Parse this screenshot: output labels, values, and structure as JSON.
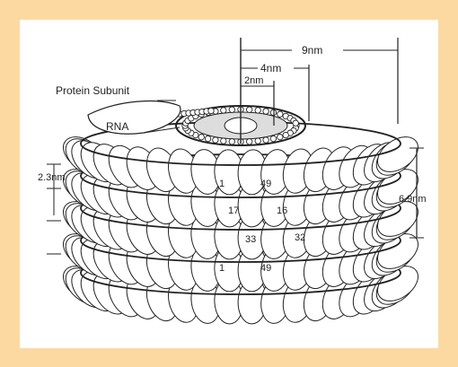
{
  "colors": {
    "background": "#fdd9a2",
    "panel": "#ffffff",
    "ink": "#222222"
  },
  "labels": {
    "protein_subunit": "Protein Subunit",
    "rna": "RNA",
    "dim_9nm": "9nm",
    "dim_4nm": "4nm",
    "dim_2nm": "2nm",
    "dim_2_3nm": "2.3nm",
    "dim_6_9nm": "6.9nm"
  },
  "subunit_numbers": {
    "top_left": "1",
    "top_right": "49",
    "second_left": "17",
    "second_right": "16",
    "third_left": "33",
    "third_right": "32",
    "bottom_left": "1",
    "bottom_right": "49"
  }
}
